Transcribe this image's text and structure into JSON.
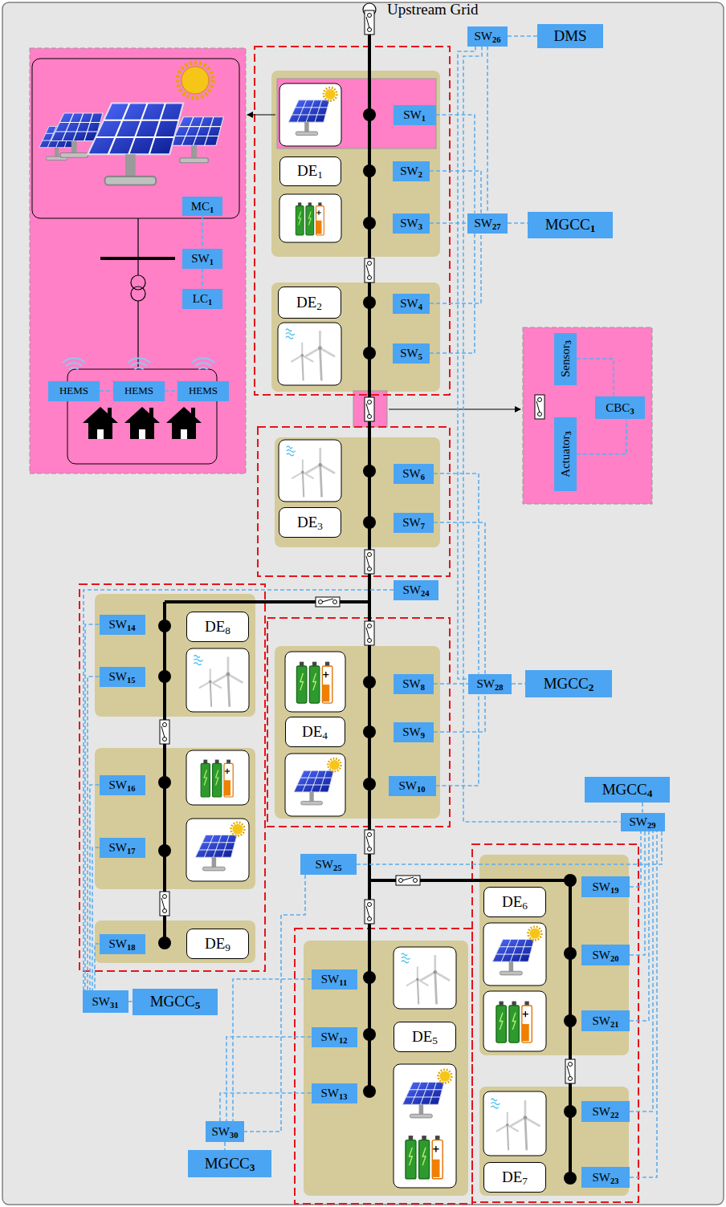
{
  "diagram": {
    "nodes": [
      {
        "text": [
          "SW26"
        ]
      },
      {
        "text": [
          "DMS"
        ]
      },
      {
        "text": [
          "SW1"
        ]
      },
      {
        "text": [
          "SW27"
        ]
      },
      {
        "text": [
          "MGCC1"
        ]
      },
      {
        "text": [
          "DE1"
        ]
      },
      {
        "text": [
          "SW2"
        ]
      },
      {
        "text": [
          "SW3"
        ]
      },
      {
        "text": [
          "DE2"
        ]
      },
      {
        "text": [
          "SW4"
        ]
      },
      {
        "text": [
          "SW5"
        ]
      },
      {
        "text": [
          "MC1"
        ]
      },
      {
        "text": [
          "SW1"
        ]
      },
      {
        "text": [
          "LC1"
        ]
      },
      {
        "text": [
          "HEMS"
        ]
      },
      {
        "text": [
          "HEMS"
        ]
      },
      {
        "text": [
          "HEMS"
        ]
      },
      {
        "text": [
          "Sensor3"
        ]
      },
      {
        "text": [
          "CBC3"
        ]
      },
      {
        "text": [
          "Actuator3"
        ]
      },
      {
        "text": [
          "SW6"
        ]
      },
      {
        "text": [
          "DE3"
        ]
      },
      {
        "text": [
          "SW7"
        ]
      },
      {
        "text": [
          "SW24"
        ]
      },
      {
        "text": [
          "SW14"
        ]
      },
      {
        "text": [
          "DE8"
        ]
      },
      {
        "text": [
          "SW15"
        ]
      },
      {
        "text": [
          "SW8"
        ]
      },
      {
        "text": [
          "SW28"
        ]
      },
      {
        "text": [
          "MGCC2"
        ]
      },
      {
        "text": [
          "DE4"
        ]
      },
      {
        "text": [
          "SW9"
        ]
      },
      {
        "text": [
          "SW10"
        ]
      },
      {
        "text": [
          "SW16"
        ]
      },
      {
        "text": [
          "SW17"
        ]
      },
      {
        "text": [
          "MGCC4"
        ]
      },
      {
        "text": [
          "SW29"
        ]
      },
      {
        "text": [
          "SW25"
        ]
      },
      {
        "text": [
          "SW19"
        ]
      },
      {
        "text": [
          "DE6"
        ]
      },
      {
        "text": [
          "SW20"
        ]
      },
      {
        "text": [
          "SW21"
        ]
      },
      {
        "text": [
          "SW18"
        ]
      },
      {
        "text": [
          "DE9"
        ]
      },
      {
        "text": [
          "SW11"
        ]
      },
      {
        "text": [
          "SW12"
        ]
      },
      {
        "text": [
          "DE5"
        ]
      },
      {
        "text": [
          "SW13"
        ]
      },
      {
        "text": [
          "SW22"
        ]
      },
      {
        "text": [
          "SW23"
        ]
      },
      {
        "text": [
          "DE7"
        ]
      },
      {
        "text": [
          "SW31"
        ]
      },
      {
        "text": [
          "MGCC5"
        ]
      },
      {
        "text": [
          "SW30"
        ]
      },
      {
        "text": [
          "MGCC3"
        ]
      }
    ],
    "edges": [
      {
        "from": 0,
        "to": 1,
        "arrow": "none"
      },
      {
        "from": 0,
        "to": 3,
        "arrow": "none"
      },
      {
        "from": 0,
        "to": 28,
        "arrow": "none"
      },
      {
        "from": 0,
        "to": 36,
        "arrow": "none"
      },
      {
        "from": 2,
        "to": 3,
        "arrow": "none"
      },
      {
        "from": 6,
        "to": 3,
        "arrow": "none"
      },
      {
        "from": 7,
        "to": 3,
        "arrow": "none"
      },
      {
        "from": 9,
        "to": 3,
        "arrow": "none"
      },
      {
        "from": 10,
        "to": 3,
        "arrow": "none"
      },
      {
        "from": 3,
        "to": 4,
        "arrow": "none"
      },
      {
        "from": 20,
        "to": 28,
        "arrow": "none"
      },
      {
        "from": 22,
        "to": 28,
        "arrow": "none"
      },
      {
        "from": 27,
        "to": 28,
        "arrow": "none"
      },
      {
        "from": 31,
        "to": 28,
        "arrow": "none"
      },
      {
        "from": 32,
        "to": 28,
        "arrow": "none"
      },
      {
        "from": 28,
        "to": 29,
        "arrow": "none"
      },
      {
        "from": 35,
        "to": 36,
        "arrow": "none"
      },
      {
        "from": 38,
        "to": 36,
        "arrow": "none"
      },
      {
        "from": 40,
        "to": 36,
        "arrow": "none"
      },
      {
        "from": 41,
        "to": 36,
        "arrow": "none"
      },
      {
        "from": 48,
        "to": 36,
        "arrow": "none"
      },
      {
        "from": 49,
        "to": 36,
        "arrow": "none"
      },
      {
        "from": 37,
        "to": 36,
        "arrow": "none"
      },
      {
        "from": 44,
        "to": 53,
        "arrow": "none"
      },
      {
        "from": 45,
        "to": 53,
        "arrow": "none"
      },
      {
        "from": 47,
        "to": 53,
        "arrow": "none"
      },
      {
        "from": 37,
        "to": 53,
        "arrow": "none"
      },
      {
        "from": 53,
        "to": 54,
        "arrow": "none"
      },
      {
        "from": 24,
        "to": 51,
        "arrow": "none"
      },
      {
        "from": 26,
        "to": 51,
        "arrow": "none"
      },
      {
        "from": 33,
        "to": 51,
        "arrow": "none"
      },
      {
        "from": 34,
        "to": 51,
        "arrow": "none"
      },
      {
        "from": 42,
        "to": 51,
        "arrow": "none"
      },
      {
        "from": 23,
        "to": 51,
        "arrow": "none"
      },
      {
        "from": 51,
        "to": 52,
        "arrow": "none"
      },
      {
        "from": 11,
        "to": 12,
        "arrow": "none"
      },
      {
        "from": 12,
        "to": 13,
        "arrow": "none"
      },
      {
        "from": 14,
        "to": 15,
        "arrow": "none"
      },
      {
        "from": 15,
        "to": 16,
        "arrow": "none"
      },
      {
        "from": 17,
        "to": 18,
        "arrow": "none"
      },
      {
        "from": 19,
        "to": 18,
        "arrow": "none"
      }
    ],
    "labels": [
      "Upstream Grid"
    ]
  }
}
